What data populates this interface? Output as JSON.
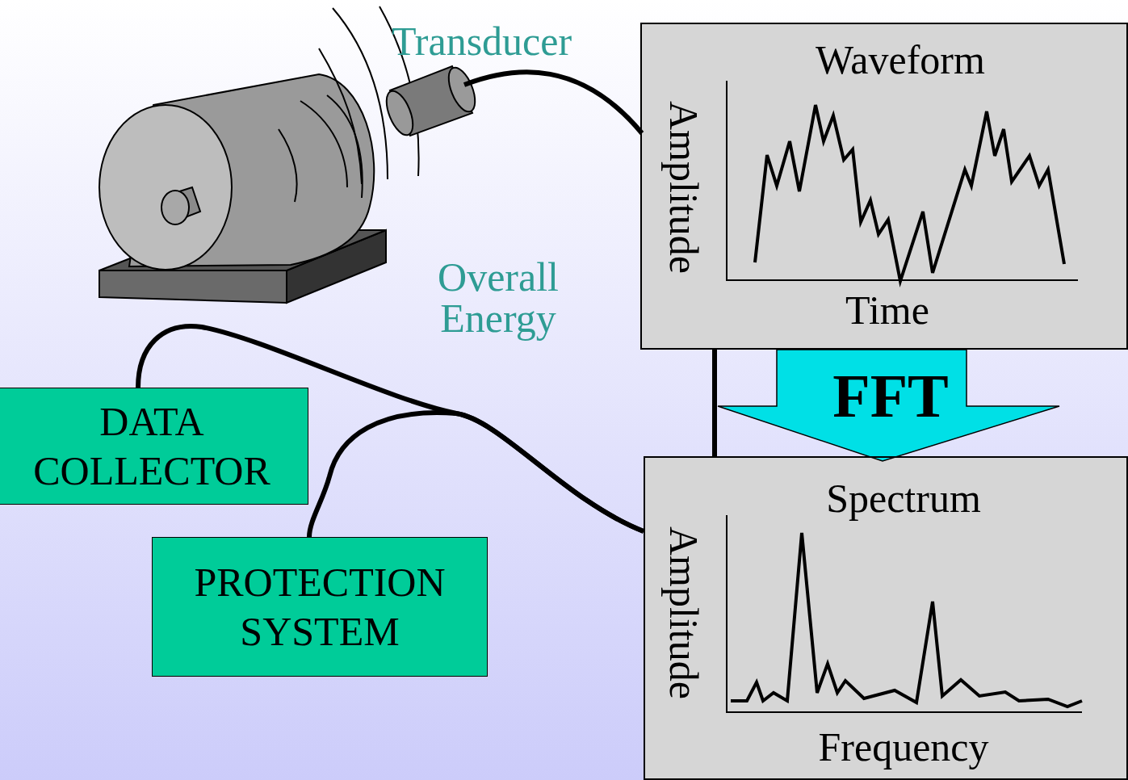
{
  "diagram": {
    "nodes": [
      {
        "text": [
          "Waveform",
          "Amplitude",
          "Time"
        ]
      },
      {
        "text": [
          "FFT"
        ]
      },
      {
        "text": [
          "Spectrum",
          "Amplitude",
          "Frequency"
        ]
      },
      {
        "text": [
          "DATA COLLECTOR"
        ]
      },
      {
        "text": [
          "PROTECTION SYSTEM"
        ]
      }
    ],
    "edges": [
      {
        "from": 0,
        "to": 2,
        "arrow": "none"
      },
      {
        "from": 2,
        "to": 3,
        "arrow": "none"
      },
      {
        "from": 2,
        "to": 4,
        "arrow": "none"
      }
    ],
    "labels": [
      "Transducer",
      "Overall Energy"
    ]
  }
}
